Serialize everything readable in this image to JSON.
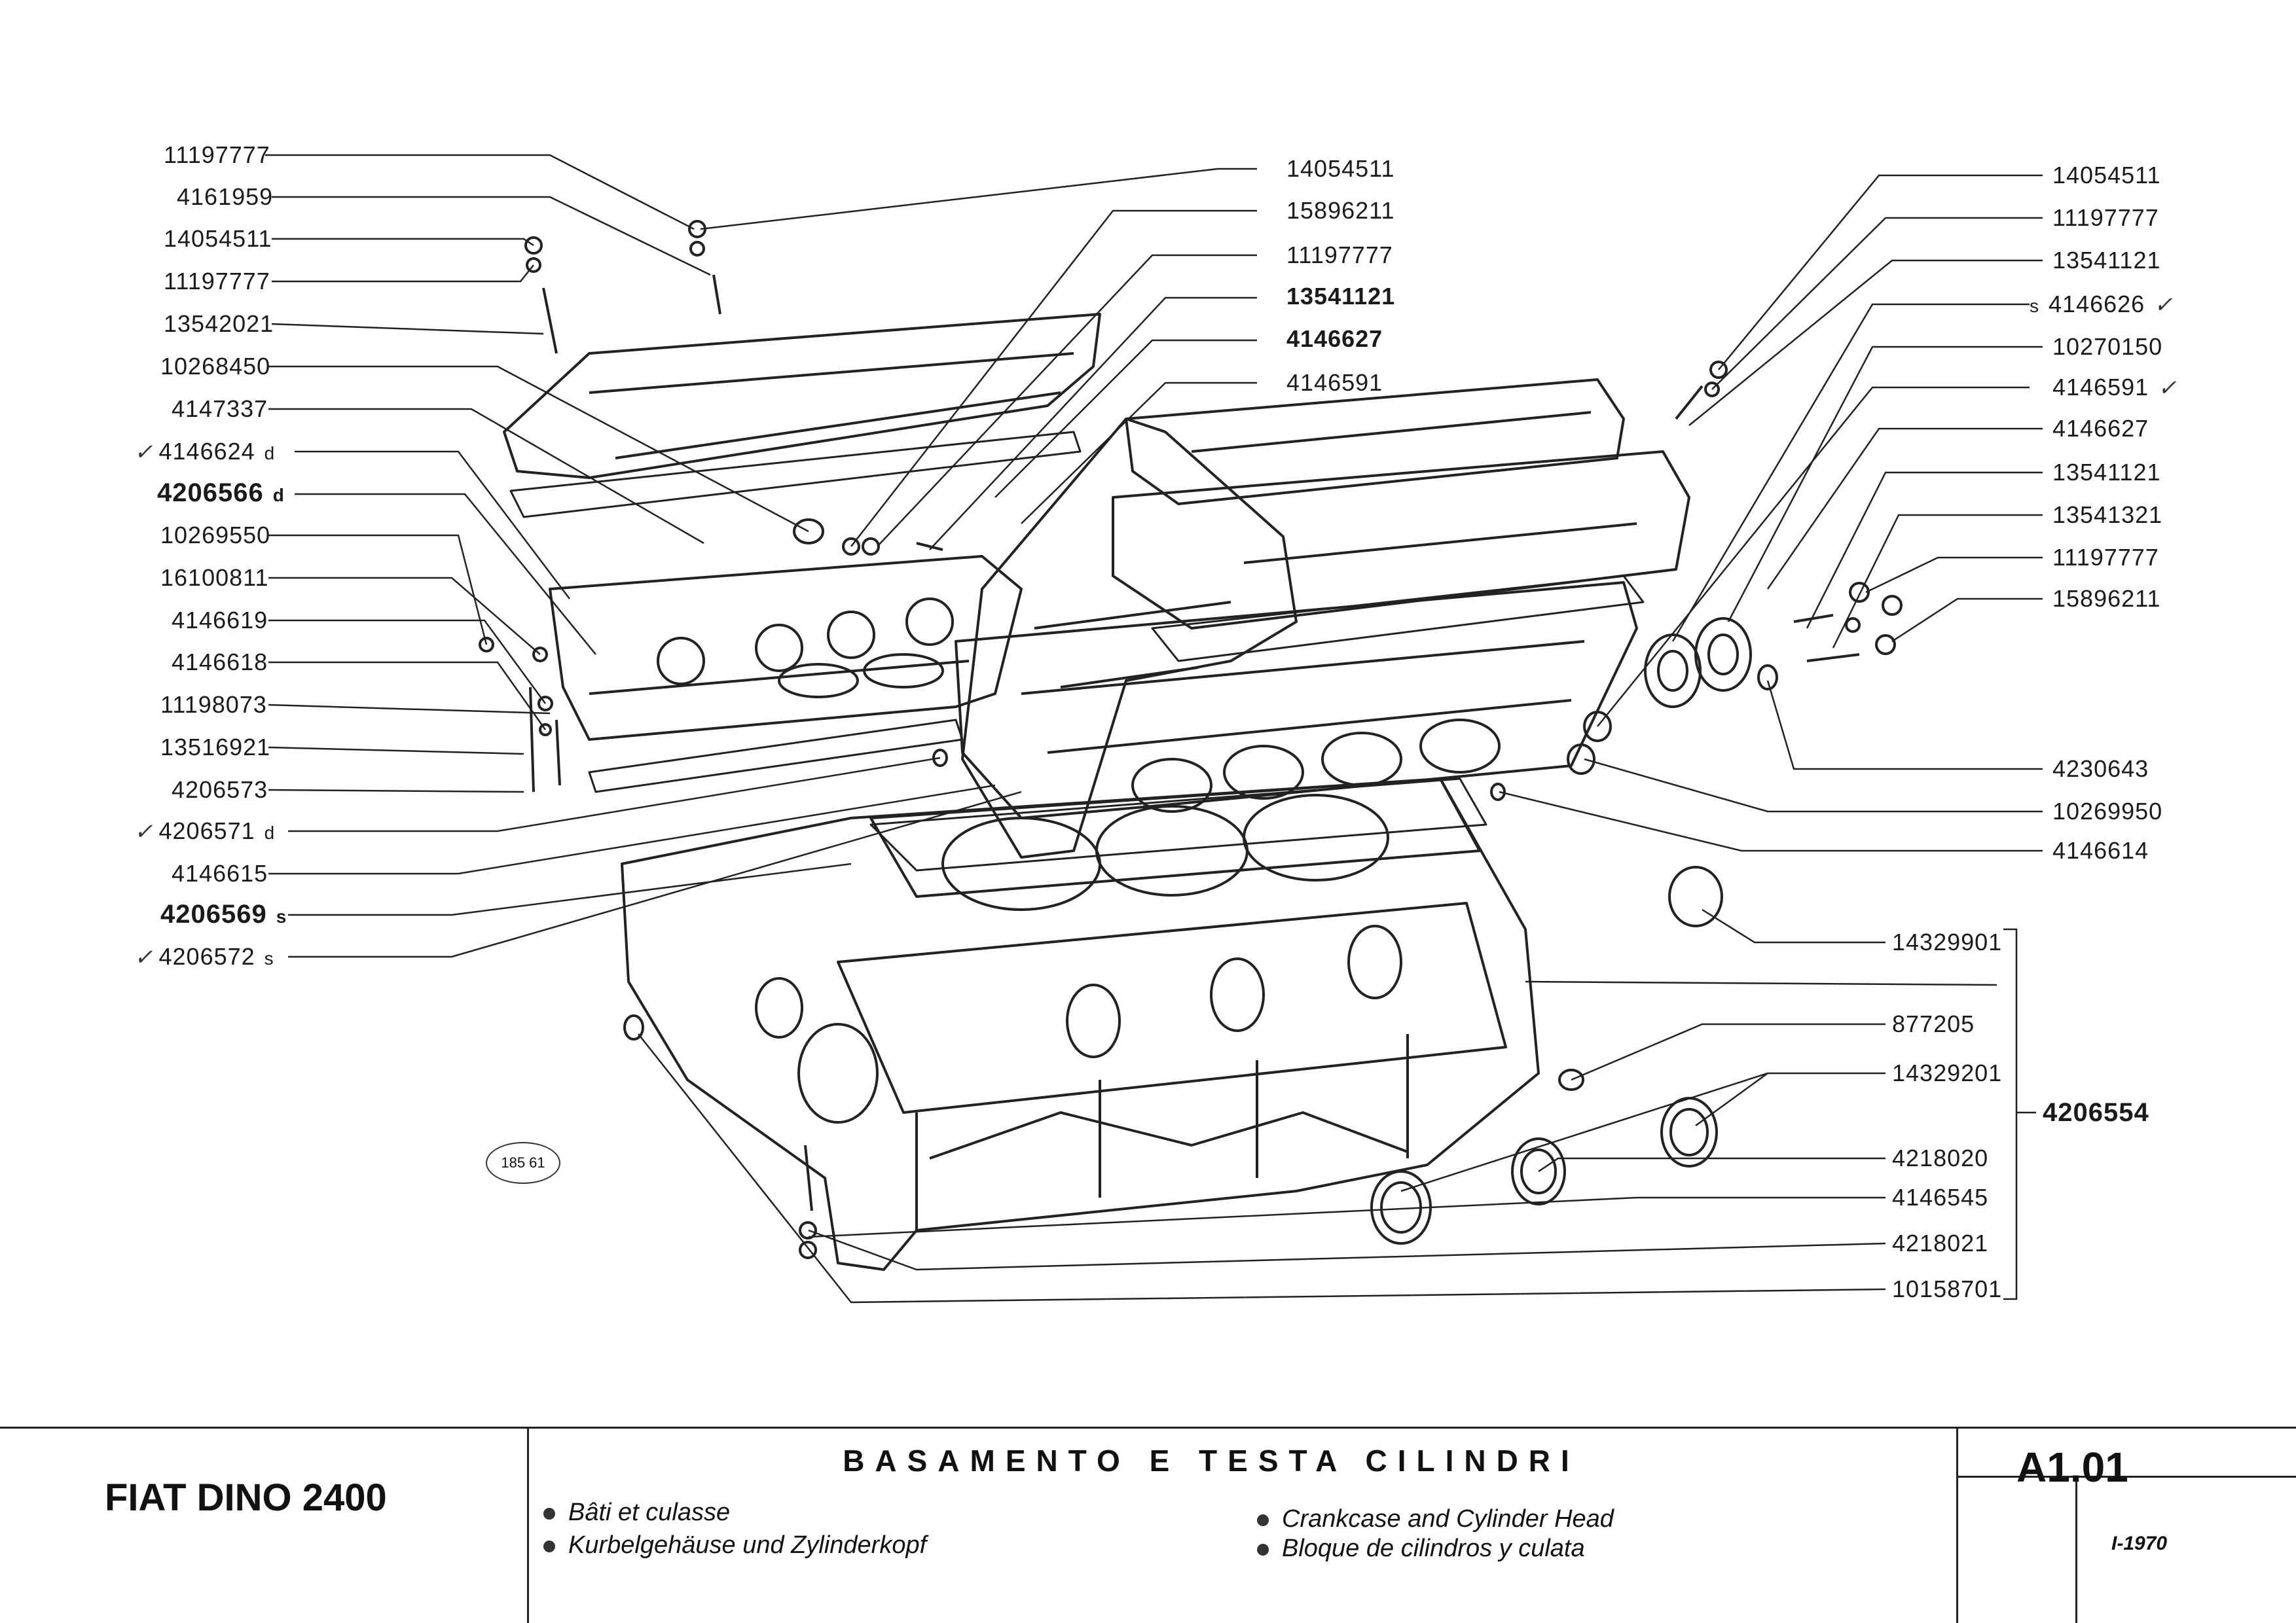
{
  "left_labels": [
    {
      "text": "11197777",
      "suffix": "",
      "mark": "",
      "bold": false
    },
    {
      "text": "4161959",
      "suffix": "",
      "mark": "",
      "bold": false
    },
    {
      "text": "14054511",
      "suffix": "",
      "mark": "",
      "bold": false
    },
    {
      "text": "11197777",
      "suffix": "",
      "mark": "",
      "bold": false
    },
    {
      "text": "13542021",
      "suffix": "",
      "mark": "",
      "bold": false
    },
    {
      "text": "10268450",
      "suffix": "",
      "mark": "",
      "bold": false
    },
    {
      "text": "4147337",
      "suffix": "",
      "mark": "",
      "bold": false
    },
    {
      "text": "4146624",
      "suffix": "d",
      "mark": "✓",
      "bold": false
    },
    {
      "text": "4206566",
      "suffix": "d",
      "mark": "",
      "bold": true
    },
    {
      "text": "10269550",
      "suffix": "",
      "mark": "",
      "bold": false
    },
    {
      "text": "16100811",
      "suffix": "",
      "mark": "",
      "bold": false
    },
    {
      "text": "4146619",
      "suffix": "",
      "mark": "",
      "bold": false
    },
    {
      "text": "4146618",
      "suffix": "",
      "mark": "",
      "bold": false
    },
    {
      "text": "11198073",
      "suffix": "",
      "mark": "",
      "bold": false
    },
    {
      "text": "13516921",
      "suffix": "",
      "mark": "",
      "bold": false
    },
    {
      "text": "4206573",
      "suffix": "",
      "mark": "",
      "bold": false
    },
    {
      "text": "4206571",
      "suffix": "d",
      "mark": "✓",
      "bold": false
    },
    {
      "text": "4146615",
      "suffix": "",
      "mark": "",
      "bold": false
    },
    {
      "text": "4206569",
      "suffix": "s",
      "mark": "",
      "bold": true
    },
    {
      "text": "4206572",
      "suffix": "s",
      "mark": "✓",
      "bold": false
    }
  ],
  "center_labels": [
    {
      "text": "14054511"
    },
    {
      "text": "15896211"
    },
    {
      "text": "11197777"
    },
    {
      "text": "13541121"
    },
    {
      "text": "4146627"
    },
    {
      "text": "4146591"
    }
  ],
  "right_labels": [
    {
      "text": "14054511",
      "prefix": "",
      "mark": ""
    },
    {
      "text": "11197777",
      "prefix": "",
      "mark": ""
    },
    {
      "text": "13541121",
      "prefix": "",
      "mark": ""
    },
    {
      "text": "4146626",
      "prefix": "s",
      "mark": "✓"
    },
    {
      "text": "10270150",
      "prefix": "",
      "mark": ""
    },
    {
      "text": "4146591",
      "prefix": "",
      "mark": "✓"
    },
    {
      "text": "4146627",
      "prefix": "",
      "mark": ""
    },
    {
      "text": "13541121",
      "prefix": "",
      "mark": ""
    },
    {
      "text": "13541321",
      "prefix": "",
      "mark": ""
    },
    {
      "text": "11197777",
      "prefix": "",
      "mark": ""
    },
    {
      "text": "15896211",
      "prefix": "",
      "mark": ""
    },
    {
      "text": "4230643",
      "prefix": "",
      "mark": ""
    },
    {
      "text": "10269950",
      "prefix": "",
      "mark": ""
    },
    {
      "text": "4146614",
      "prefix": "",
      "mark": ""
    }
  ],
  "lower_right_labels": [
    {
      "text": "14329901"
    },
    {
      "text": "877205"
    },
    {
      "text": "14329201"
    },
    {
      "text": "4218020"
    },
    {
      "text": "4146545"
    },
    {
      "text": "4218021"
    },
    {
      "text": "10158701"
    }
  ],
  "assembly_label": "4206554",
  "drawing_number": "185 61",
  "footer": {
    "model": "FIAT DINO 2400",
    "title": "BASAMENTO E TESTA CILINDRI",
    "code": "A1.01",
    "date": "I-1970",
    "translations": [
      "Bâti et culasse",
      "Kurbelgehäuse und Zylinderkopf",
      "Crankcase and Cylinder Head",
      "Bloque de cilindros y culata"
    ]
  }
}
